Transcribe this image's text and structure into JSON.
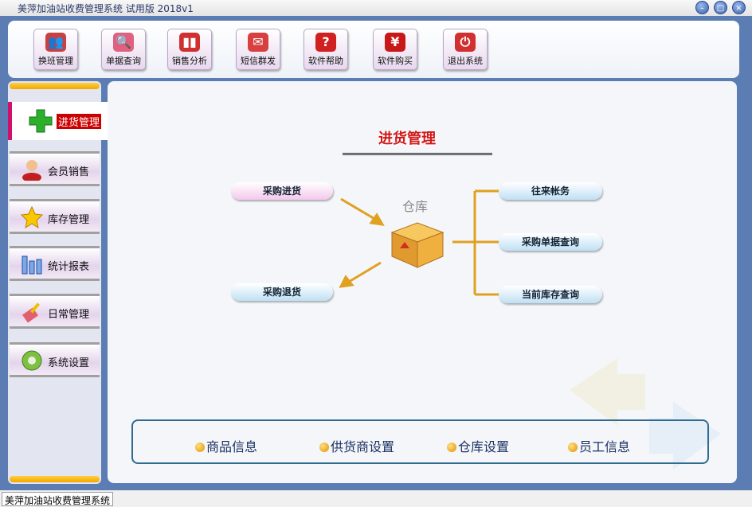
{
  "window": {
    "title": "美萍加油站收费管理系统 试用版 2018v1",
    "min": "–",
    "max": "□",
    "close": "×"
  },
  "toolbar": [
    {
      "label": "换班管理",
      "icon": "users-icon",
      "color": "#c84040",
      "glyph": "👥"
    },
    {
      "label": "单据查询",
      "icon": "magnifier-icon",
      "color": "#e06080",
      "glyph": "🔍"
    },
    {
      "label": "销售分析",
      "icon": "bar-chart-icon",
      "color": "#d03030",
      "glyph": "▮▮"
    },
    {
      "label": "短信群发",
      "icon": "envelope-icon",
      "color": "#d84040",
      "glyph": "✉"
    },
    {
      "label": "软件帮助",
      "icon": "help-icon",
      "color": "#d02020",
      "glyph": "?"
    },
    {
      "label": "软件购买",
      "icon": "yen-icon",
      "color": "#c81818",
      "glyph": "¥"
    },
    {
      "label": "退出系统",
      "icon": "power-icon",
      "color": "#d03030",
      "glyph": "⏻"
    }
  ],
  "sidebar": {
    "active": "进货管理",
    "items": [
      "会员销售",
      "库存管理",
      "统计报表",
      "日常管理",
      "系统设置"
    ]
  },
  "main": {
    "title": "进货管理",
    "warehouse": "仓库",
    "left": [
      "采购进货",
      "采购退货"
    ],
    "right": [
      "往来帐务",
      "采购单据查询",
      "当前库存查询"
    ],
    "bottom": [
      "商品信息",
      "供货商设置",
      "仓库设置",
      "员工信息"
    ]
  },
  "status": {
    "text": "美萍加油站收费管理系统"
  }
}
